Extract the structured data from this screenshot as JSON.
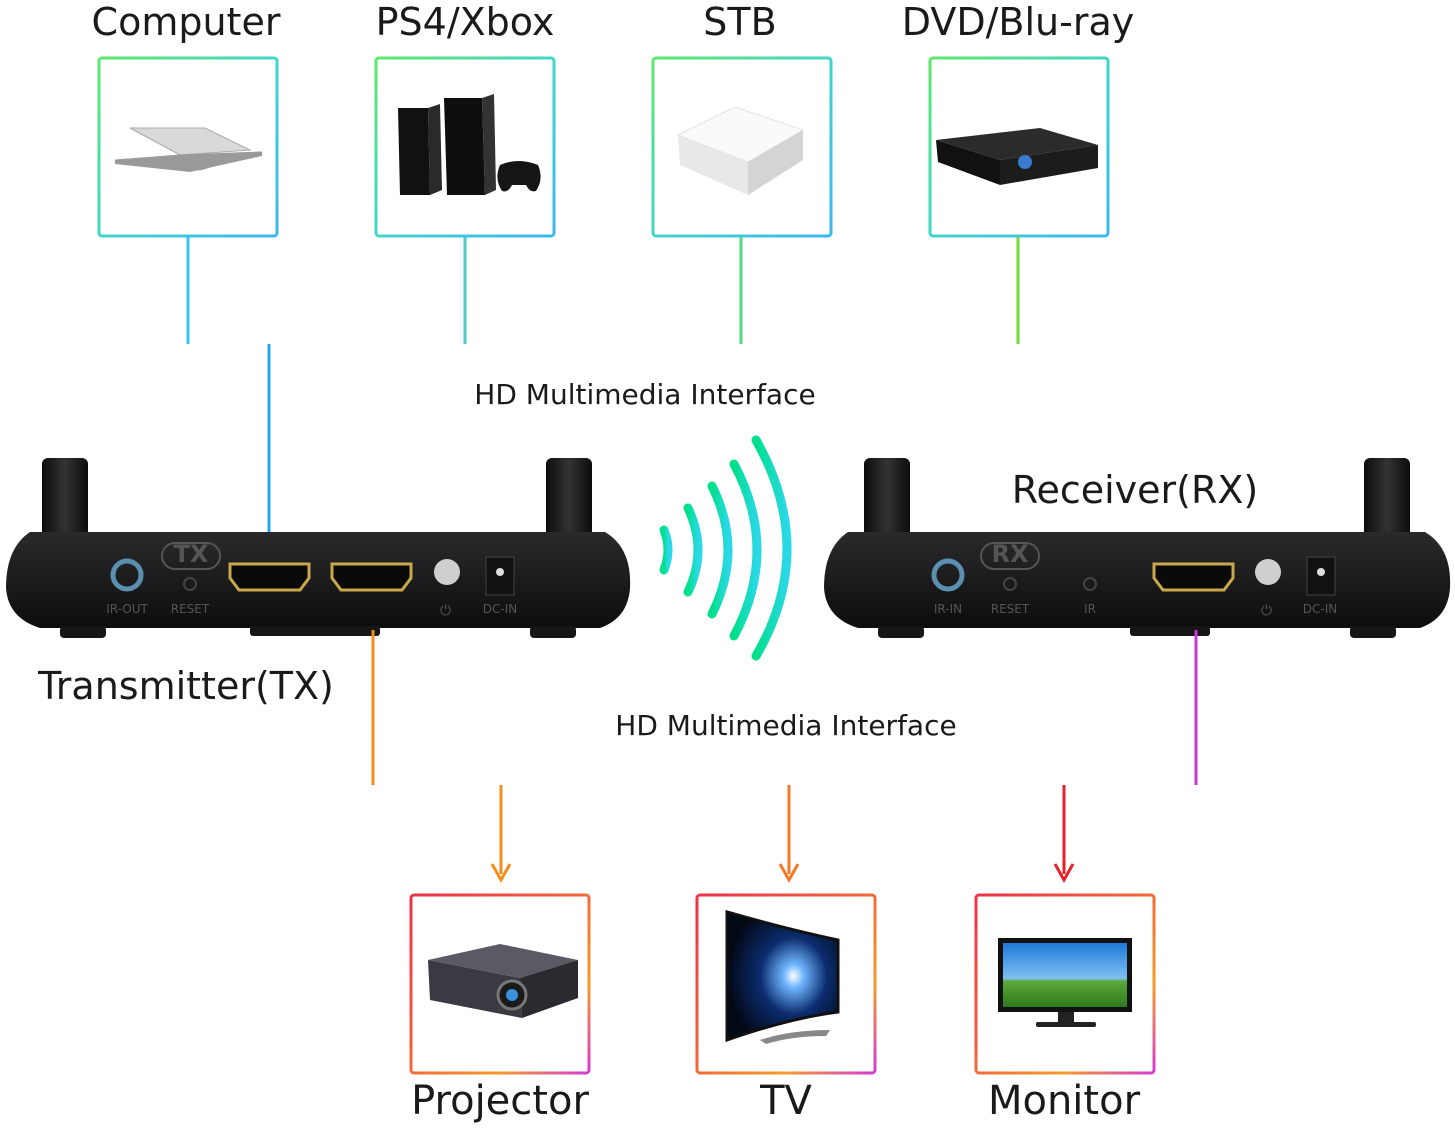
{
  "sources": [
    {
      "label": "Computer",
      "icon": "laptop-icon"
    },
    {
      "label": "PS4/Xbox",
      "icon": "game-console-icon"
    },
    {
      "label": "STB",
      "icon": "set-top-box-icon"
    },
    {
      "label": "DVD/Blu-ray",
      "icon": "dvd-player-icon"
    }
  ],
  "interface_top": "HD Multimedia Interface",
  "interface_bottom": "HD Multimedia Interface",
  "transmitter": {
    "name": "Transmitter(TX)",
    "badge": "TX",
    "ports": [
      "IR-OUT",
      "RESET",
      "DC-IN"
    ]
  },
  "receiver": {
    "name": "Receiver(RX)",
    "badge": "RX",
    "ports": [
      "IR-IN",
      "RESET",
      "IR",
      "DC-IN"
    ]
  },
  "outputs": [
    {
      "label": "Projector",
      "icon": "projector-icon"
    },
    {
      "label": "TV",
      "icon": "curved-tv-icon"
    },
    {
      "label": "Monitor",
      "icon": "monitor-icon"
    }
  ],
  "colors": {
    "source_line_start": "#3ec3f0",
    "source_line_end": "#6fdc3a",
    "tx_arrow": "#2aa7e8",
    "wifi_start": "#00e08a",
    "wifi_end": "#2ad8e8",
    "out_line_orange": "#f28c1c",
    "out_line_magenta": "#c73bd0",
    "out_arrow_red": "#e8202a"
  }
}
